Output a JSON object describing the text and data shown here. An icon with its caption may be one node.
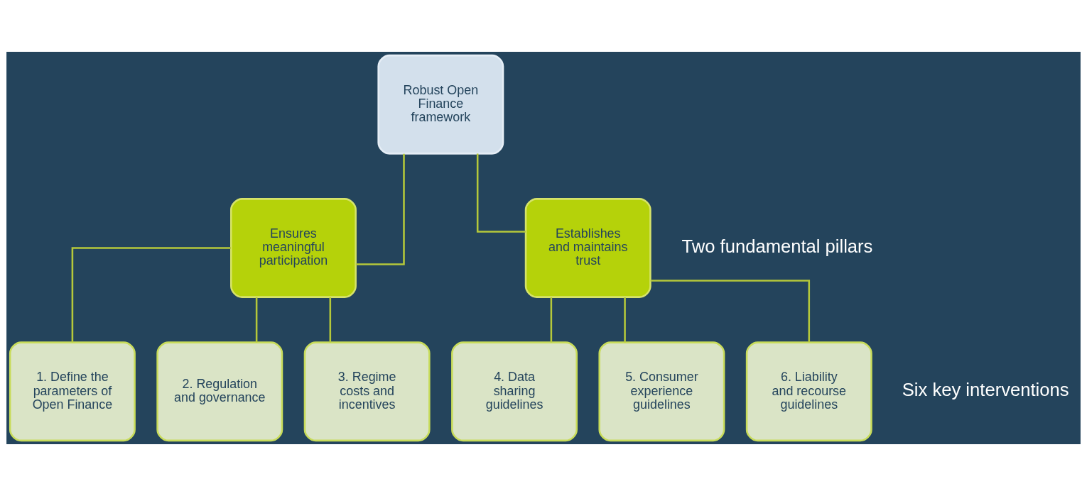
{
  "diagram": {
    "nodes": [
      {
        "text": [
          "Robust Open Finance framework"
        ]
      },
      {
        "text": [
          "Ensures meaningful participation"
        ]
      },
      {
        "text": [
          "Establishes and maintains trust"
        ]
      },
      {
        "text": [
          "1. Define the parameters of Open Finance"
        ]
      },
      {
        "text": [
          "2. Regulation and governance"
        ]
      },
      {
        "text": [
          "3. Regime costs and incentives"
        ]
      },
      {
        "text": [
          "4. Data sharing guidelines"
        ]
      },
      {
        "text": [
          "5. Consumer experience guidelines"
        ]
      },
      {
        "text": [
          "6. Liability and recourse guidelines"
        ]
      }
    ],
    "edges": [
      {
        "from": 0,
        "to": 1,
        "arrow": "none"
      },
      {
        "from": 0,
        "to": 2,
        "arrow": "none"
      },
      {
        "from": 1,
        "to": 3,
        "arrow": "none"
      },
      {
        "from": 1,
        "to": 4,
        "arrow": "none"
      },
      {
        "from": 1,
        "to": 5,
        "arrow": "none"
      },
      {
        "from": 2,
        "to": 6,
        "arrow": "none"
      },
      {
        "from": 2,
        "to": 7,
        "arrow": "none"
      },
      {
        "from": 2,
        "to": 8,
        "arrow": "none"
      }
    ],
    "labels": [
      "Two fundamental pillars",
      "Six key interventions"
    ]
  }
}
